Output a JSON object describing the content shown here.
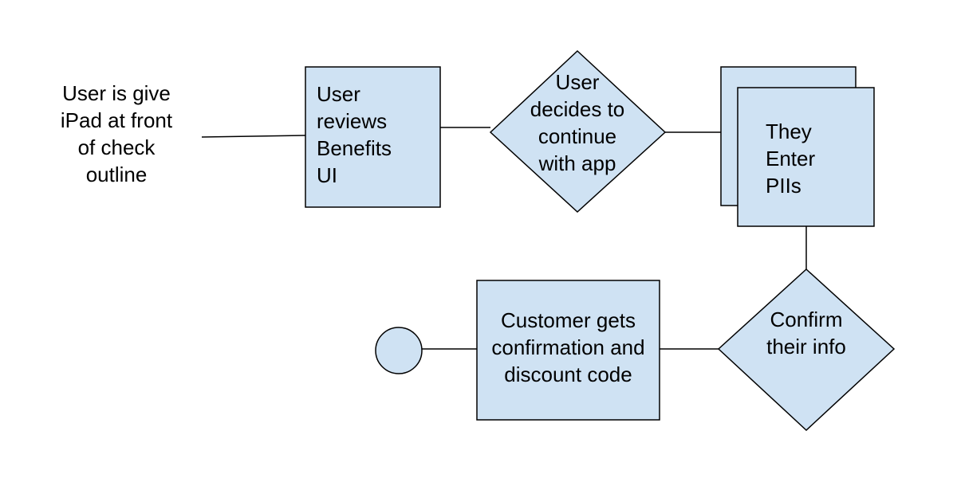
{
  "diagram": {
    "colors": {
      "shape_fill": "#cfe2f3",
      "stroke": "#000000",
      "background": "#ffffff"
    },
    "nodes": {
      "start_text": [
        "User is give",
        "iPad at front",
        "of check",
        "outline"
      ],
      "review_benefits": [
        "User",
        "reviews",
        "Benefits",
        "UI"
      ],
      "decide_continue": [
        "User",
        "decides to",
        "continue",
        "with app"
      ],
      "enter_piis": [
        "They",
        "Enter",
        "PIIs"
      ],
      "confirm_info": [
        "Confirm",
        "their info"
      ],
      "customer_confirmation": [
        "Customer gets",
        "confirmation and",
        "discount code"
      ]
    },
    "shapes": {
      "review_benefits": "rectangle",
      "decide_continue": "diamond",
      "enter_piis": "stacked-rectangles",
      "confirm_info": "diamond",
      "customer_confirmation": "rectangle",
      "end": "circle"
    }
  }
}
